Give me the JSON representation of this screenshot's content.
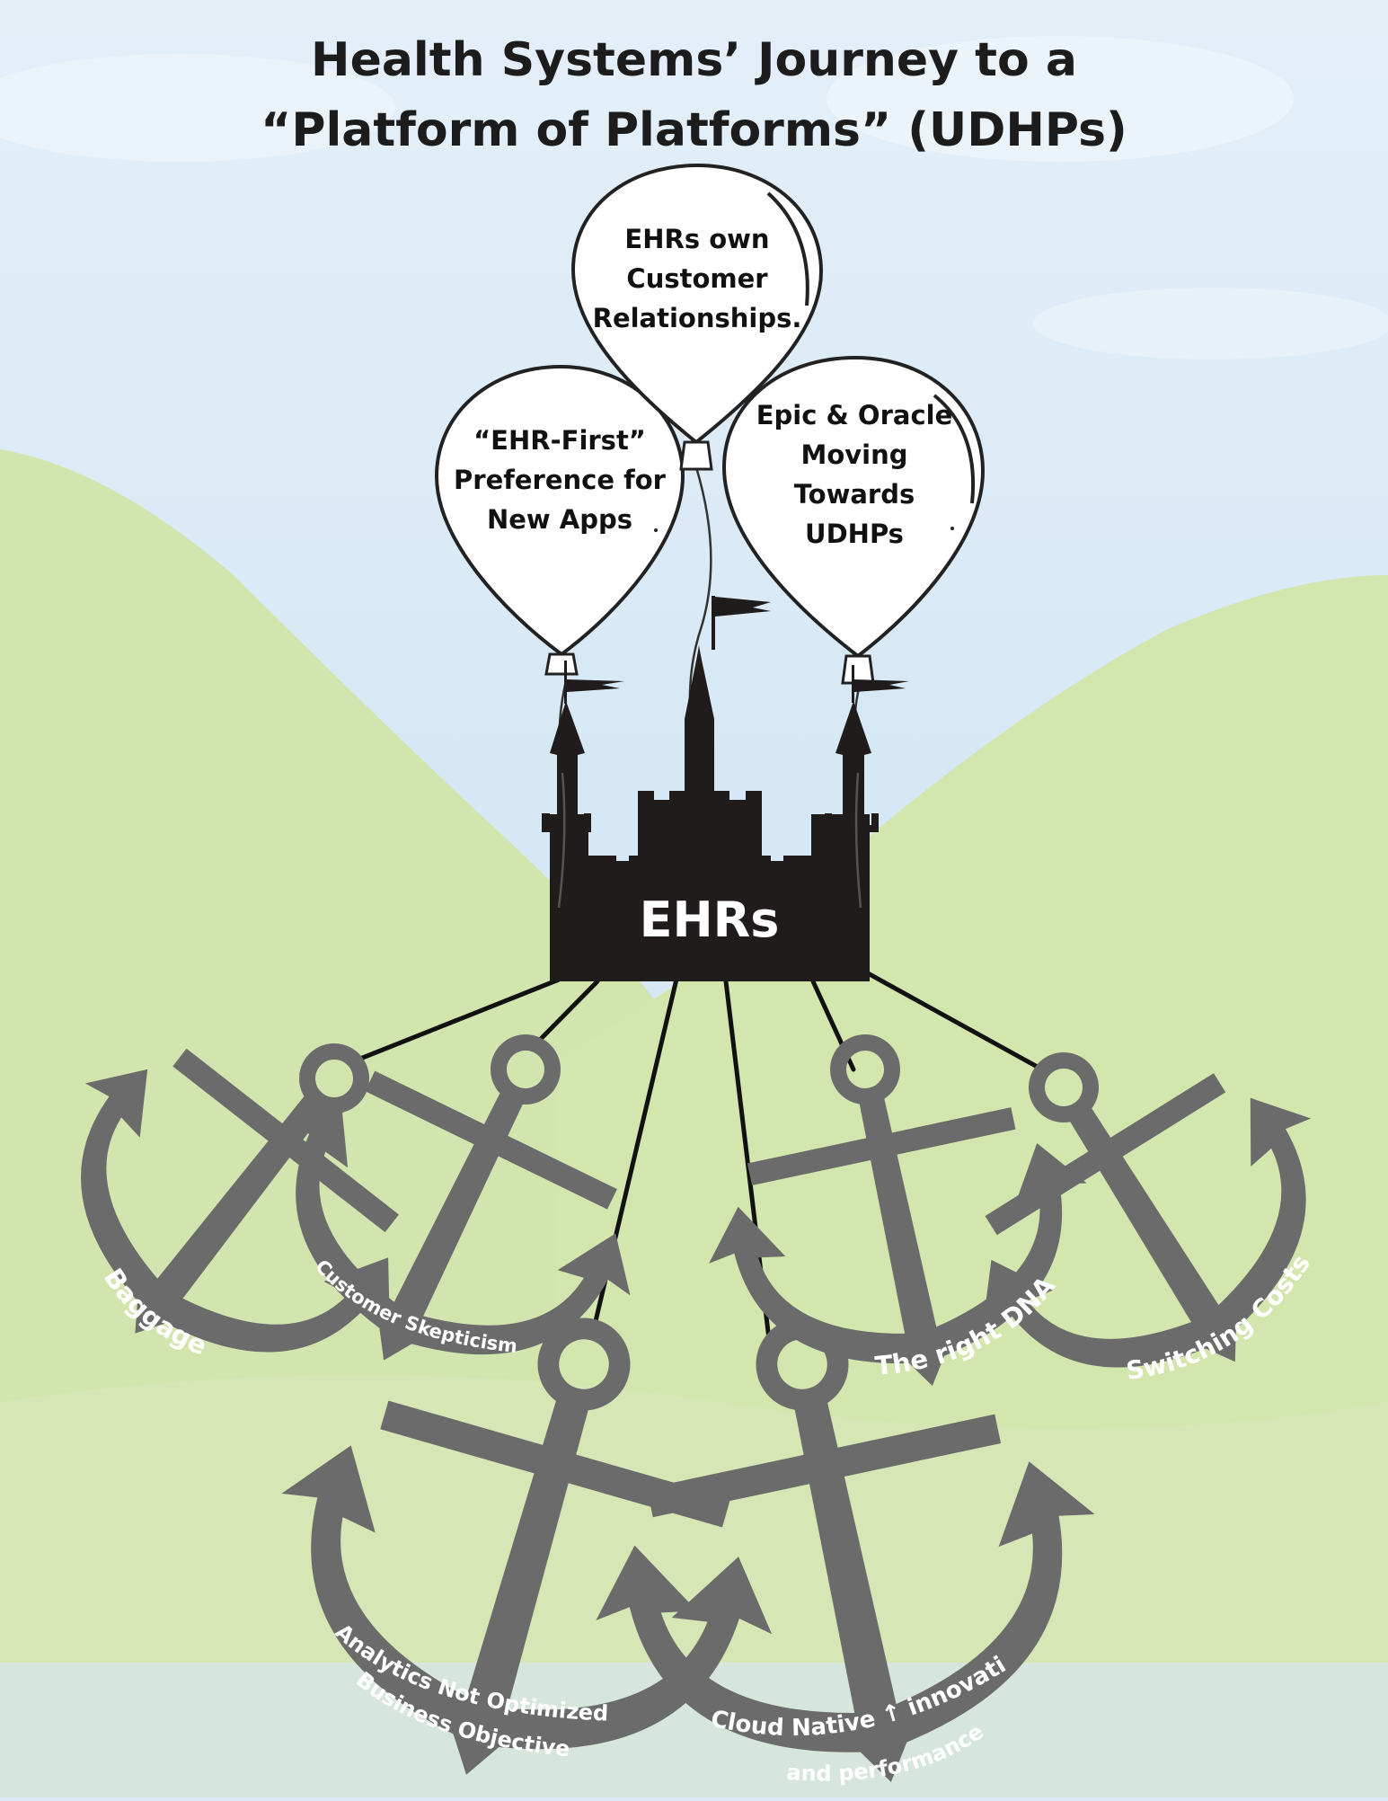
{
  "title": {
    "line1": "Health Systems’ Journey to a",
    "line2": "“Platform of Platforms” (UDHPs)"
  },
  "balloons": [
    {
      "id": "center",
      "lines": [
        "EHRs own",
        "Customer",
        "Relationships."
      ]
    },
    {
      "id": "left",
      "lines": [
        "“EHR-First”",
        "Preference for",
        "New Apps"
      ]
    },
    {
      "id": "right",
      "lines": [
        "Epic & Oracle",
        "Moving",
        "Towards",
        "UDHPs"
      ]
    }
  ],
  "castle": {
    "label": "EHRs"
  },
  "anchors": [
    {
      "id": "baggage",
      "label": "Baggage"
    },
    {
      "id": "customer-skepticism",
      "label": "Customer Skepticism"
    },
    {
      "id": "right-dna",
      "label": "The right DNA?"
    },
    {
      "id": "switching-costs",
      "label": "Switching Costs ↓"
    },
    {
      "id": "analytics",
      "label": "Analytics Not Optimized for",
      "label2": "Business Objectives"
    },
    {
      "id": "cloud-native",
      "label": "Cloud Native ↑ innovation",
      "label2": "and performance"
    }
  ],
  "colors": {
    "sky": "#dbeaf6",
    "hills": "#cfe3a8",
    "anchor": "#6b6b6b",
    "castle": "#1f1c1b",
    "balloon_fill": "#ffffff",
    "balloon_stroke": "#222222",
    "chain": "#111111"
  }
}
